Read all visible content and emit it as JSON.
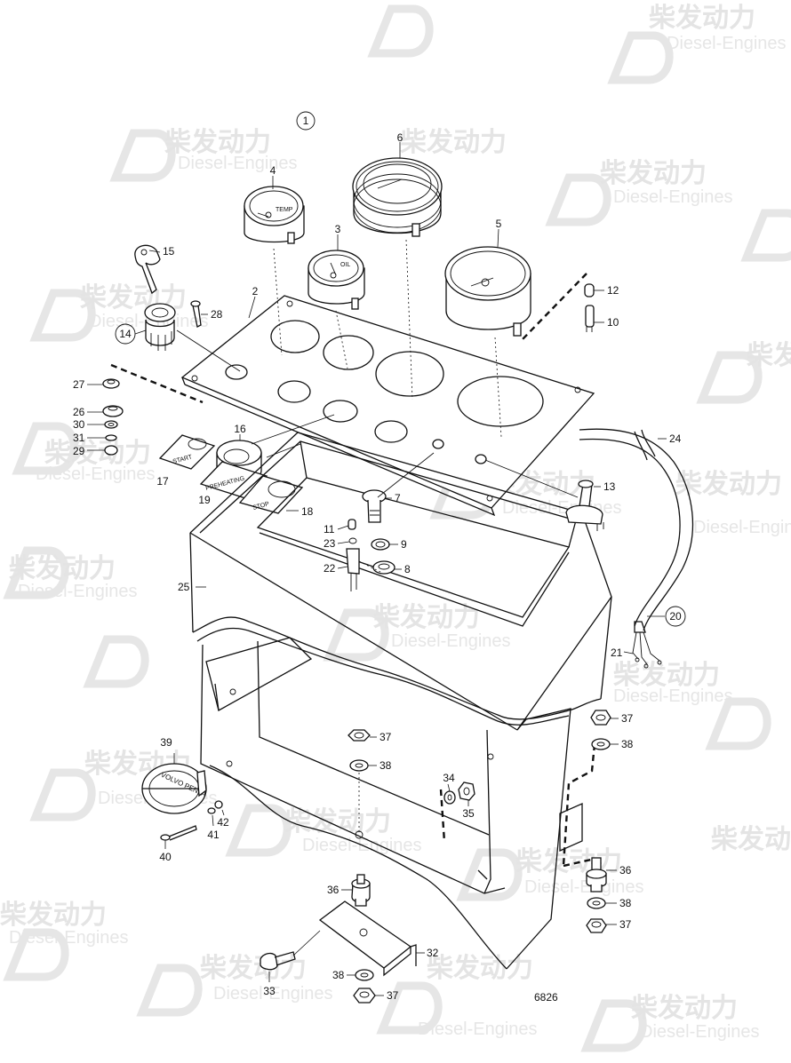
{
  "watermark": {
    "cn": "柴发动力",
    "en": "Diesel-Engines"
  },
  "figure": {
    "view_number": "1",
    "drawing_number": "6826"
  },
  "callouts": [
    {
      "id": "c4",
      "text": "4"
    },
    {
      "id": "c6",
      "text": "6"
    },
    {
      "id": "c3",
      "text": "3"
    },
    {
      "id": "c5",
      "text": "5"
    },
    {
      "id": "c15",
      "text": "15"
    },
    {
      "id": "c2",
      "text": "2"
    },
    {
      "id": "c12",
      "text": "12"
    },
    {
      "id": "c10",
      "text": "10"
    },
    {
      "id": "c28",
      "text": "28"
    },
    {
      "id": "c14",
      "text": "14",
      "circled": true
    },
    {
      "id": "c27",
      "text": "27"
    },
    {
      "id": "c26",
      "text": "26"
    },
    {
      "id": "c30",
      "text": "30"
    },
    {
      "id": "c31",
      "text": "31"
    },
    {
      "id": "c29",
      "text": "29"
    },
    {
      "id": "c16",
      "text": "16"
    },
    {
      "id": "c24",
      "text": "24"
    },
    {
      "id": "c17",
      "text": "17"
    },
    {
      "id": "c19",
      "text": "19"
    },
    {
      "id": "c7",
      "text": "7"
    },
    {
      "id": "c13",
      "text": "13"
    },
    {
      "id": "c18",
      "text": "18"
    },
    {
      "id": "c11",
      "text": "11"
    },
    {
      "id": "c23",
      "text": "23"
    },
    {
      "id": "c9",
      "text": "9"
    },
    {
      "id": "c22",
      "text": "22"
    },
    {
      "id": "c8",
      "text": "8"
    },
    {
      "id": "c25",
      "text": "25"
    },
    {
      "id": "c20",
      "text": "20",
      "circled": true
    },
    {
      "id": "c21",
      "text": "21"
    },
    {
      "id": "c37a",
      "text": "37"
    },
    {
      "id": "c38a",
      "text": "38"
    },
    {
      "id": "c37b",
      "text": "37"
    },
    {
      "id": "c38b",
      "text": "38"
    },
    {
      "id": "c39",
      "text": "39"
    },
    {
      "id": "c34",
      "text": "34"
    },
    {
      "id": "c35",
      "text": "35"
    },
    {
      "id": "c42",
      "text": "42"
    },
    {
      "id": "c41",
      "text": "41"
    },
    {
      "id": "c40",
      "text": "40"
    },
    {
      "id": "c36a",
      "text": "36"
    },
    {
      "id": "c36b",
      "text": "36"
    },
    {
      "id": "c38c",
      "text": "38"
    },
    {
      "id": "c37c",
      "text": "37"
    },
    {
      "id": "c32",
      "text": "32"
    },
    {
      "id": "c33",
      "text": "33"
    },
    {
      "id": "c38d",
      "text": "38"
    },
    {
      "id": "c37d",
      "text": "37"
    }
  ],
  "part_markings": {
    "temp_gauge": "TEMP",
    "oil_gauge": "OIL",
    "start_plate": "START",
    "preheating_plate": "PREHEATING",
    "stop_plate": "STOP",
    "badge": "VOLVO PENTA"
  }
}
